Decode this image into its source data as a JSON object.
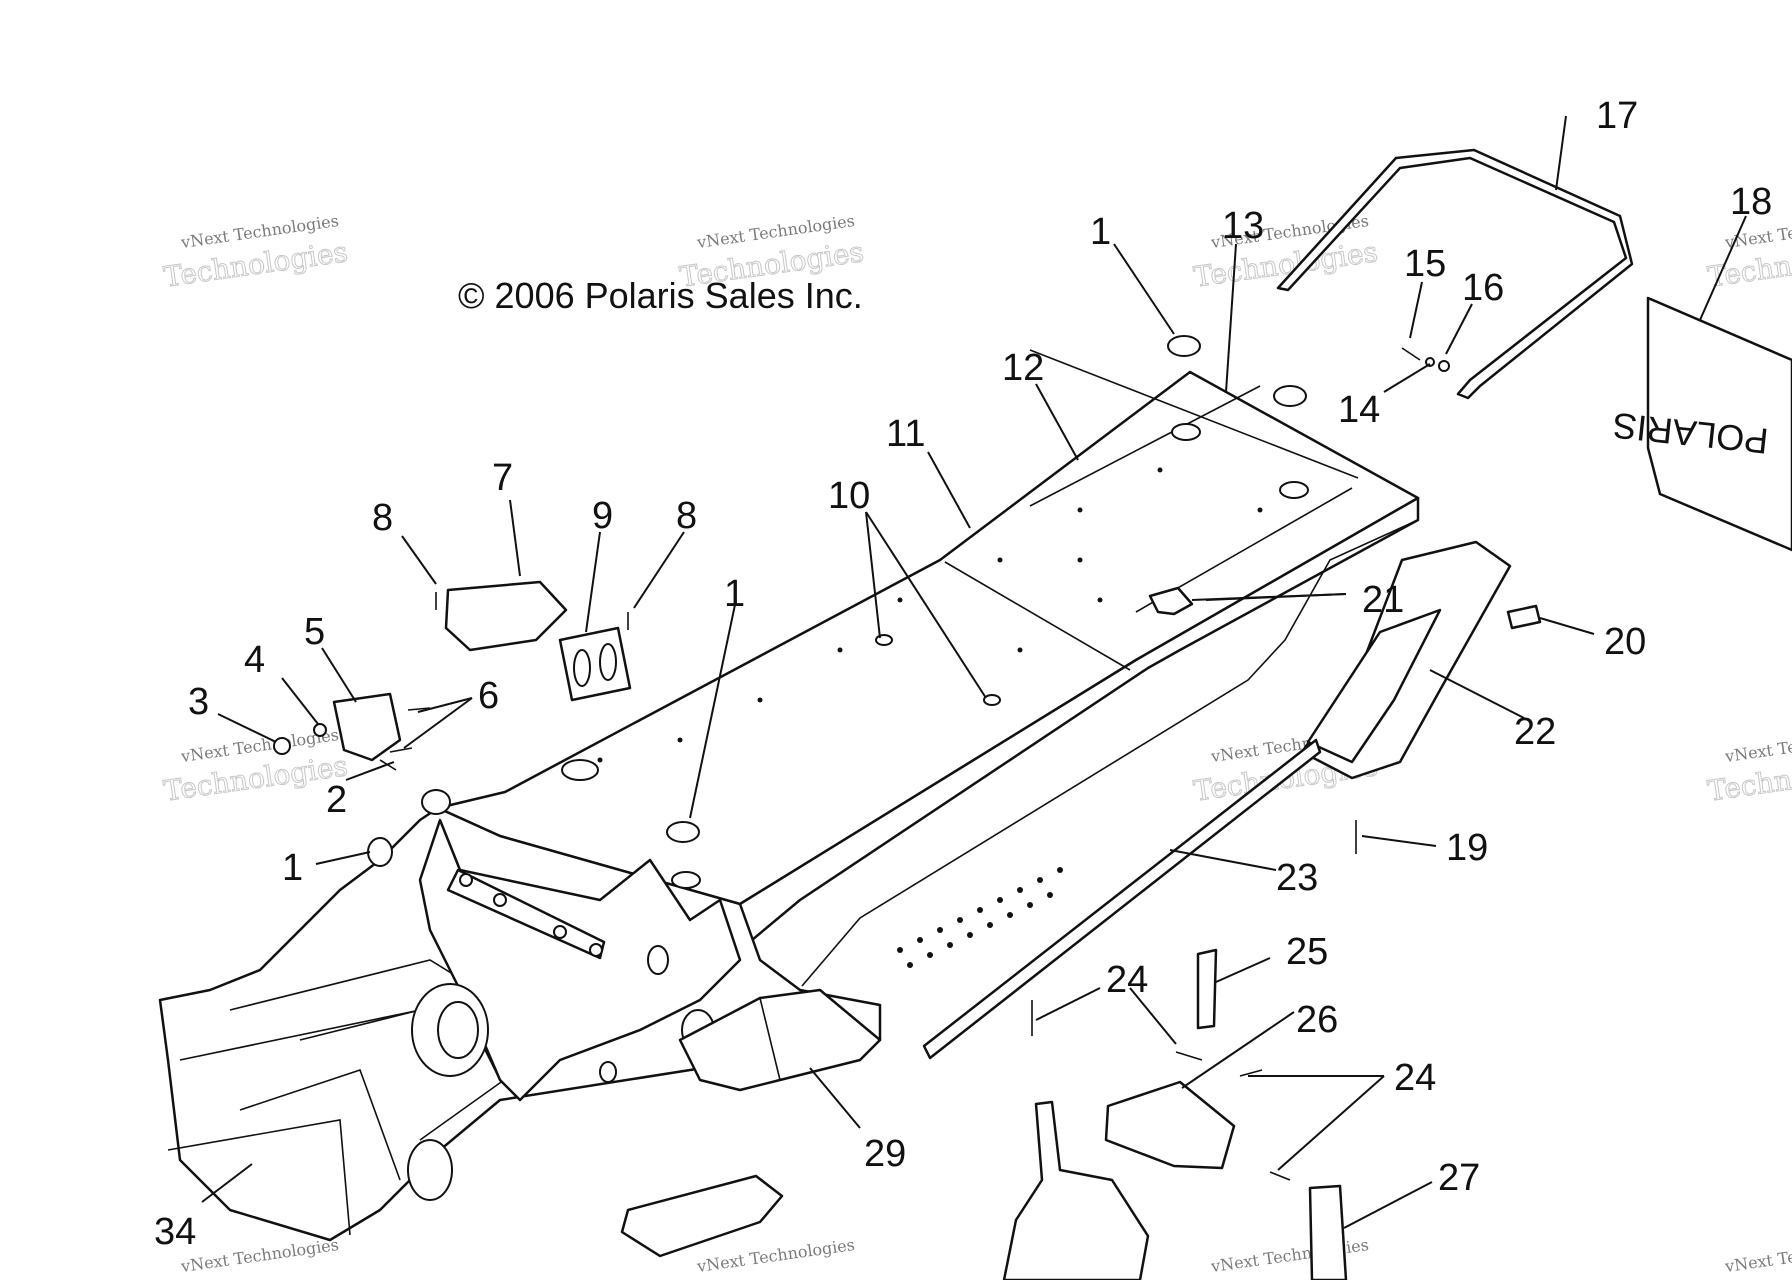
{
  "diagram": {
    "copyright": "© 2006 Polaris Sales Inc.",
    "watermark_line1": "vNext Technologies",
    "watermark_line2": "Technologies",
    "watermark_arc": "vNext",
    "decal_text": "POLARIS",
    "callouts": [
      {
        "id": "c1a",
        "label": "1"
      },
      {
        "id": "c13",
        "label": "13"
      },
      {
        "id": "c17",
        "label": "17"
      },
      {
        "id": "c18",
        "label": "18"
      },
      {
        "id": "c15",
        "label": "15"
      },
      {
        "id": "c16",
        "label": "16"
      },
      {
        "id": "c14",
        "label": "14"
      },
      {
        "id": "c12",
        "label": "12"
      },
      {
        "id": "c11",
        "label": "11"
      },
      {
        "id": "c10",
        "label": "10"
      },
      {
        "id": "c7",
        "label": "7"
      },
      {
        "id": "c8a",
        "label": "8"
      },
      {
        "id": "c9",
        "label": "9"
      },
      {
        "id": "c8b",
        "label": "8"
      },
      {
        "id": "c1b",
        "label": "1"
      },
      {
        "id": "c5",
        "label": "5"
      },
      {
        "id": "c4",
        "label": "4"
      },
      {
        "id": "c3",
        "label": "3"
      },
      {
        "id": "c6",
        "label": "6"
      },
      {
        "id": "c2",
        "label": "2"
      },
      {
        "id": "c1c",
        "label": "1"
      },
      {
        "id": "c21",
        "label": "21"
      },
      {
        "id": "c20",
        "label": "20"
      },
      {
        "id": "c22",
        "label": "22"
      },
      {
        "id": "c19",
        "label": "19"
      },
      {
        "id": "c23",
        "label": "23"
      },
      {
        "id": "c25",
        "label": "25"
      },
      {
        "id": "c24a",
        "label": "24"
      },
      {
        "id": "c26",
        "label": "26"
      },
      {
        "id": "c24b",
        "label": "24"
      },
      {
        "id": "c29",
        "label": "29"
      },
      {
        "id": "c27",
        "label": "27"
      },
      {
        "id": "c34",
        "label": "34"
      }
    ]
  }
}
